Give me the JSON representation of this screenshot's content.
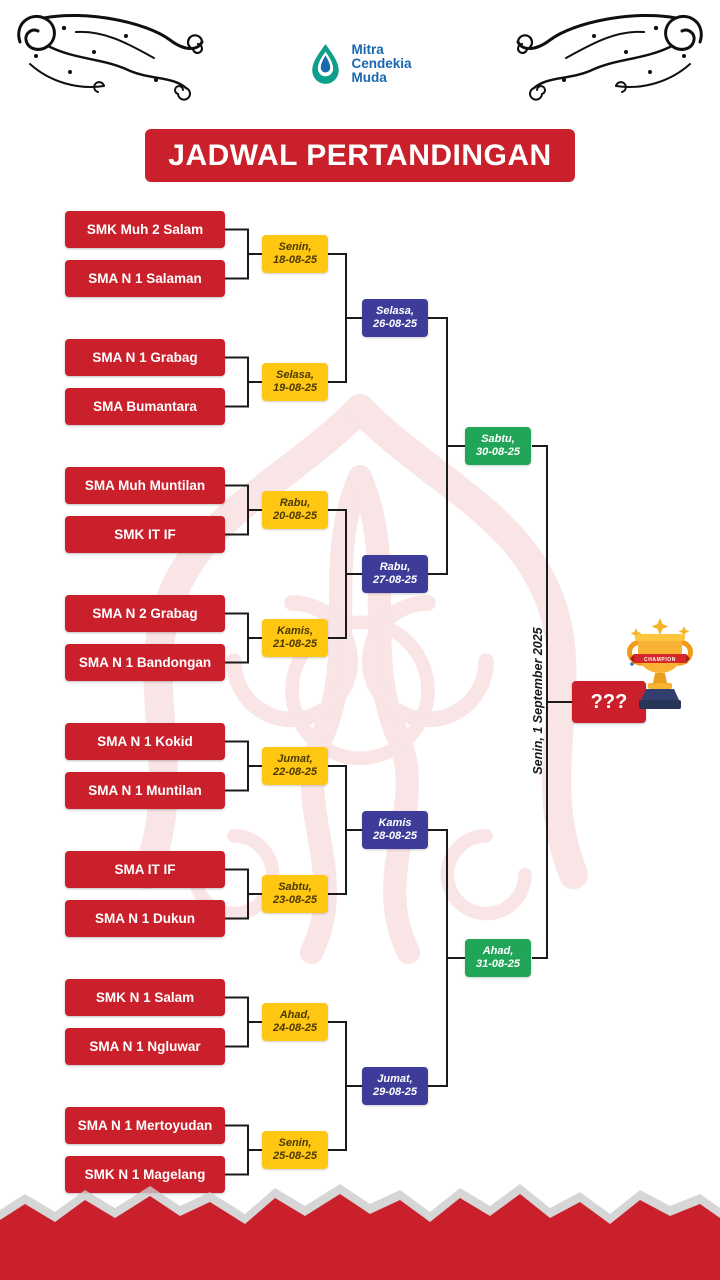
{
  "logo": {
    "lines": [
      "Mitra",
      "Cendekia",
      "Muda"
    ]
  },
  "title": "JADWAL PERTANDINGAN",
  "colors": {
    "red": "#c9202b",
    "yellow": "#ffc712",
    "blue": "#3d3d99",
    "green": "#21a558"
  },
  "bracket": {
    "teams": [
      "SMK Muh 2 Salam",
      "SMA N 1 Salaman",
      "SMA N 1 Grabag",
      "SMA Bumantara",
      "SMA Muh Muntilan",
      "SMK IT IF",
      "SMA N 2 Grabag",
      "SMA N 1 Bandongan",
      "SMA N 1 Kokid",
      "SMA N 1 Muntilan",
      "SMA IT IF",
      "SMA N 1 Dukun",
      "SMK N 1 Salam",
      "SMA N 1 Ngluwar",
      "SMA N 1 Mertoyudan",
      "SMK N 1 Magelang"
    ],
    "round1": [
      {
        "day": "Senin,",
        "date": "18-08-25"
      },
      {
        "day": "Selasa,",
        "date": "19-08-25"
      },
      {
        "day": "Rabu,",
        "date": "20-08-25"
      },
      {
        "day": "Kamis,",
        "date": "21-08-25"
      },
      {
        "day": "Jumat,",
        "date": "22-08-25"
      },
      {
        "day": "Sabtu,",
        "date": "23-08-25"
      },
      {
        "day": "Ahad,",
        "date": "24-08-25"
      },
      {
        "day": "Senin,",
        "date": "25-08-25"
      }
    ],
    "round2": [
      {
        "day": "Selasa,",
        "date": "26-08-25"
      },
      {
        "day": "Rabu,",
        "date": "27-08-25"
      },
      {
        "day": "Kamis",
        "date": "28-08-25"
      },
      {
        "day": "Jumat,",
        "date": "29-08-25"
      }
    ],
    "round3": [
      {
        "day": "Sabtu,",
        "date": "30-08-25"
      },
      {
        "day": "Ahad,",
        "date": "31-08-25"
      }
    ],
    "final": {
      "winner_placeholder": "???",
      "date_label": "Senin, 1 September 2025"
    }
  },
  "trophy": {
    "ribbon": "CHAMPION"
  }
}
